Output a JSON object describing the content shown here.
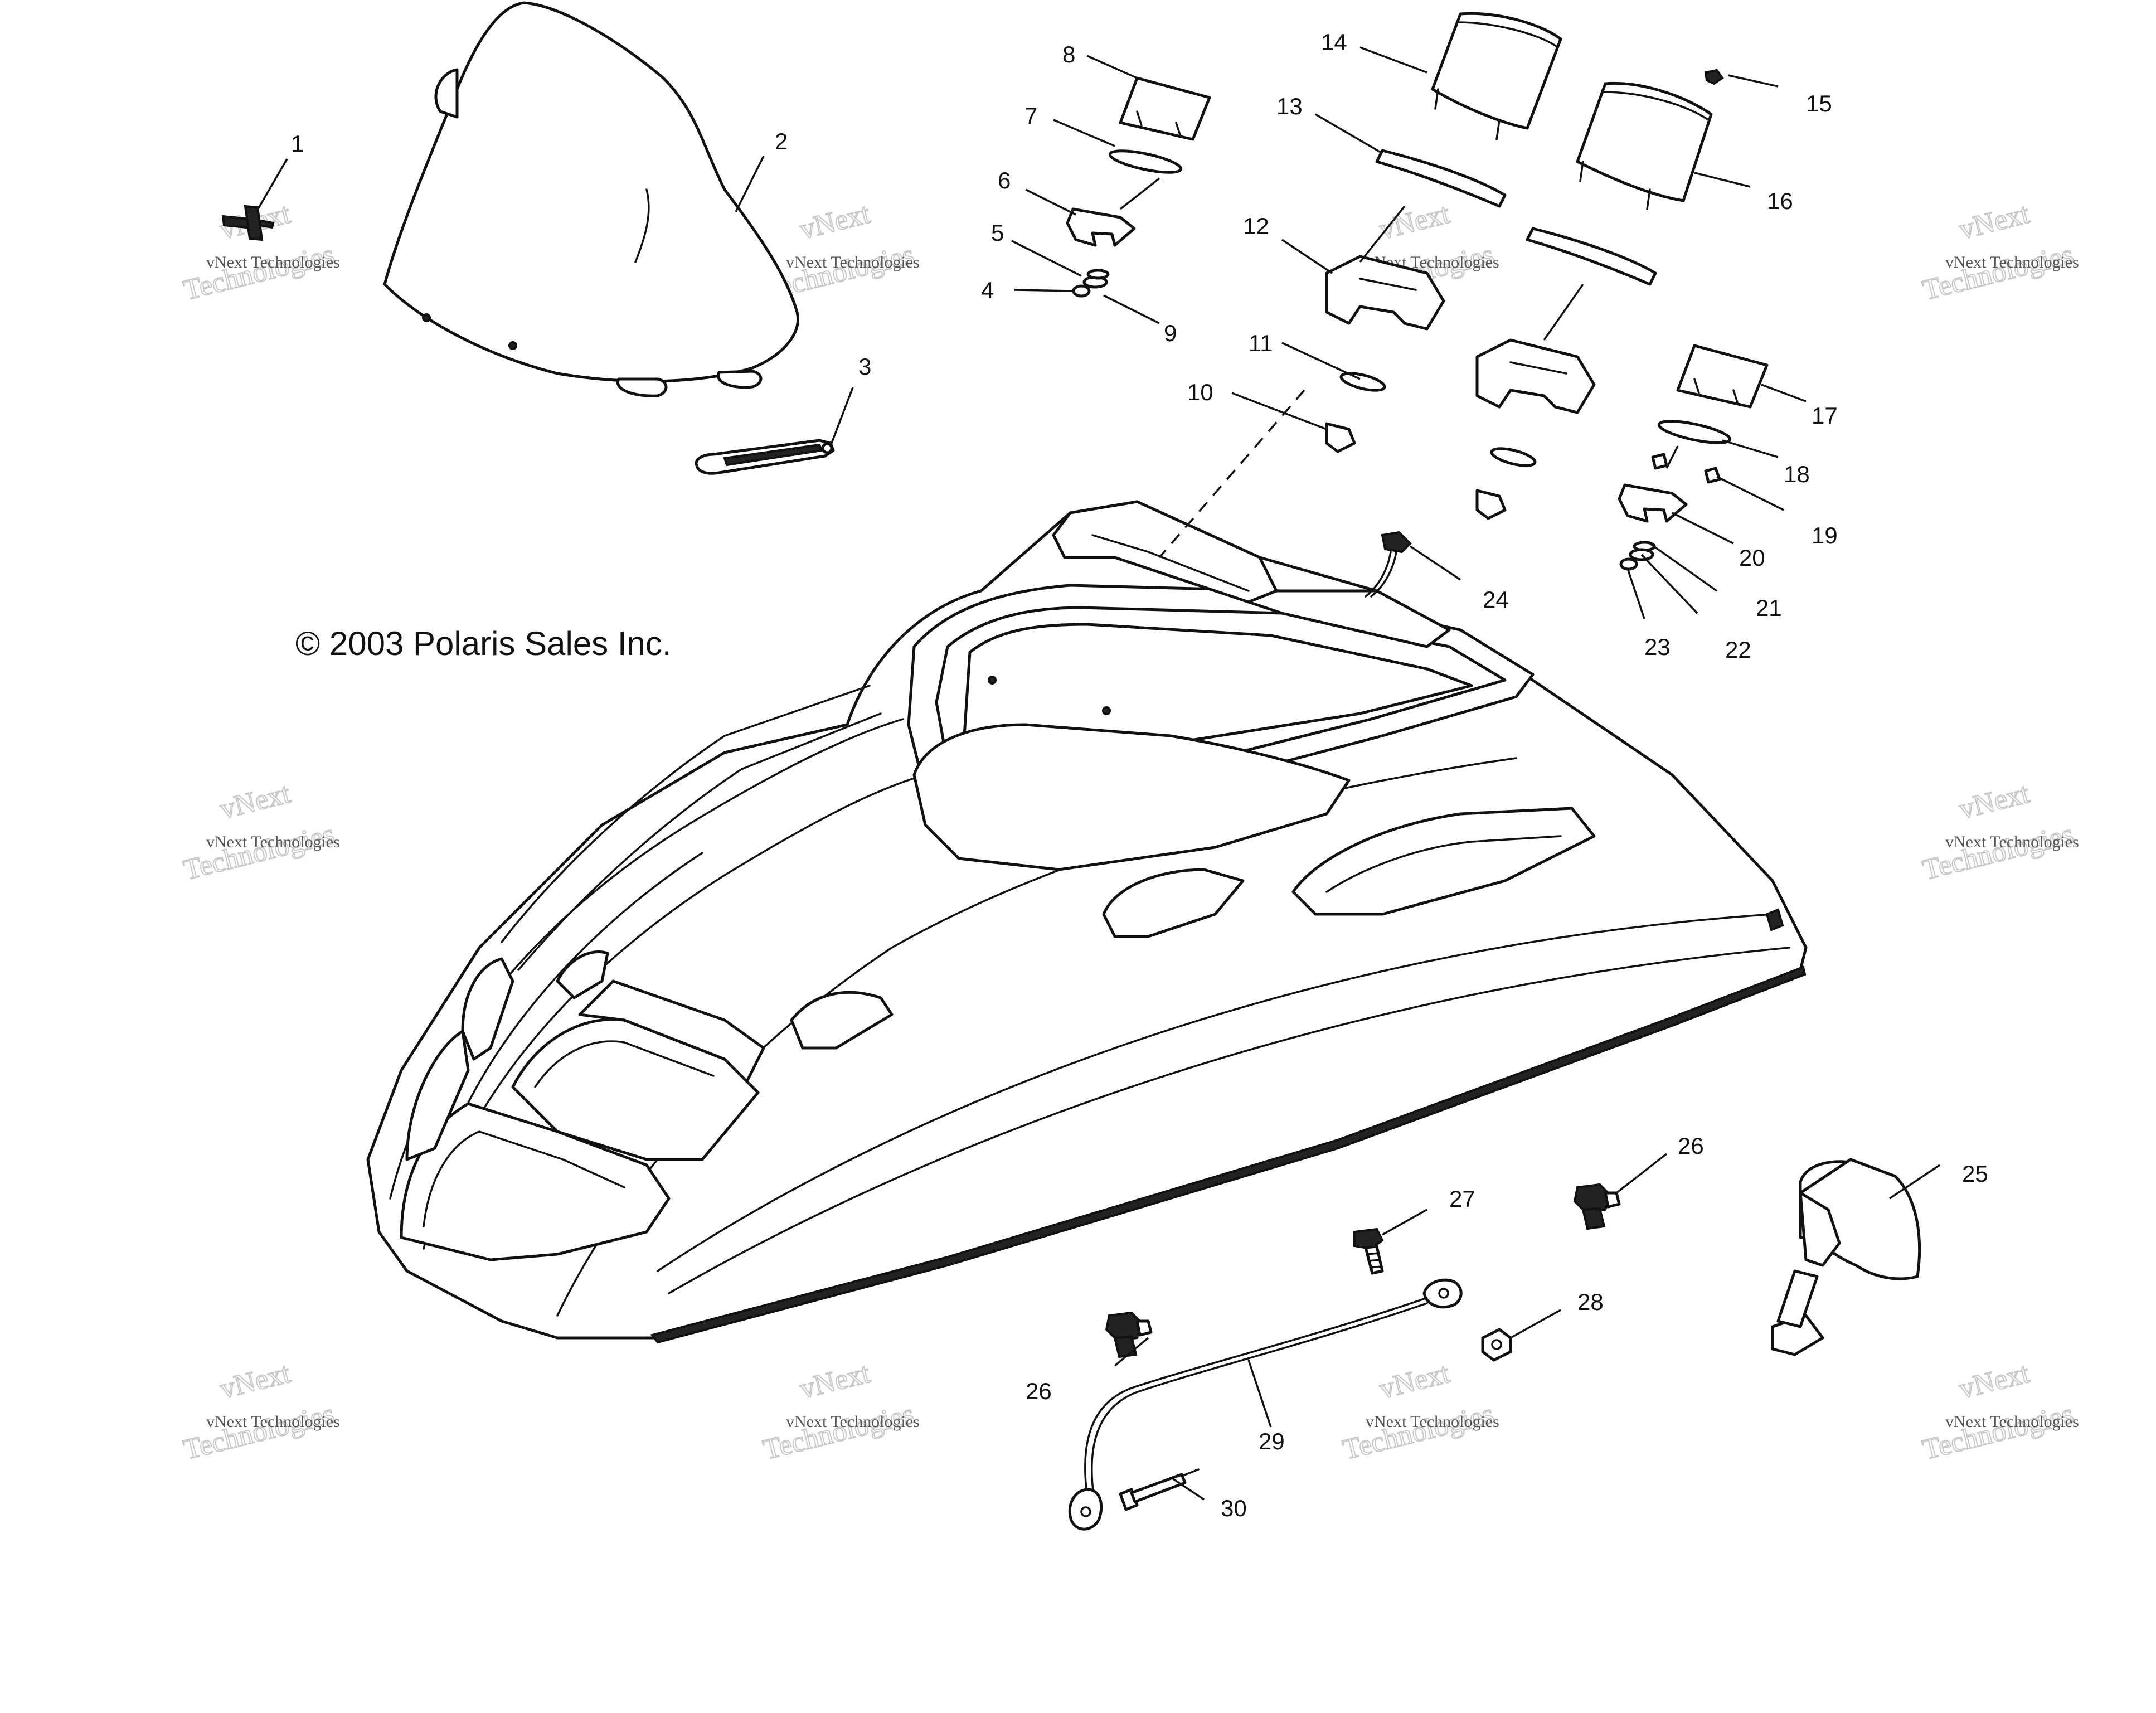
{
  "copyright": "© 2003 Polaris Sales Inc.",
  "watermark": {
    "brand": "vNext",
    "word": "Technologies",
    "caption": "vNext Technologies"
  },
  "callouts": [
    "1",
    "2",
    "3",
    "4",
    "5",
    "6",
    "7",
    "8",
    "9",
    "10",
    "11",
    "12",
    "13",
    "14",
    "15",
    "16",
    "17",
    "18",
    "19",
    "20",
    "21",
    "22",
    "23",
    "24",
    "25",
    "26",
    "26",
    "27",
    "28",
    "29",
    "30"
  ],
  "colors": {
    "ink": "#111111",
    "watermark": "#c8c8c8",
    "background": "#ffffff"
  }
}
